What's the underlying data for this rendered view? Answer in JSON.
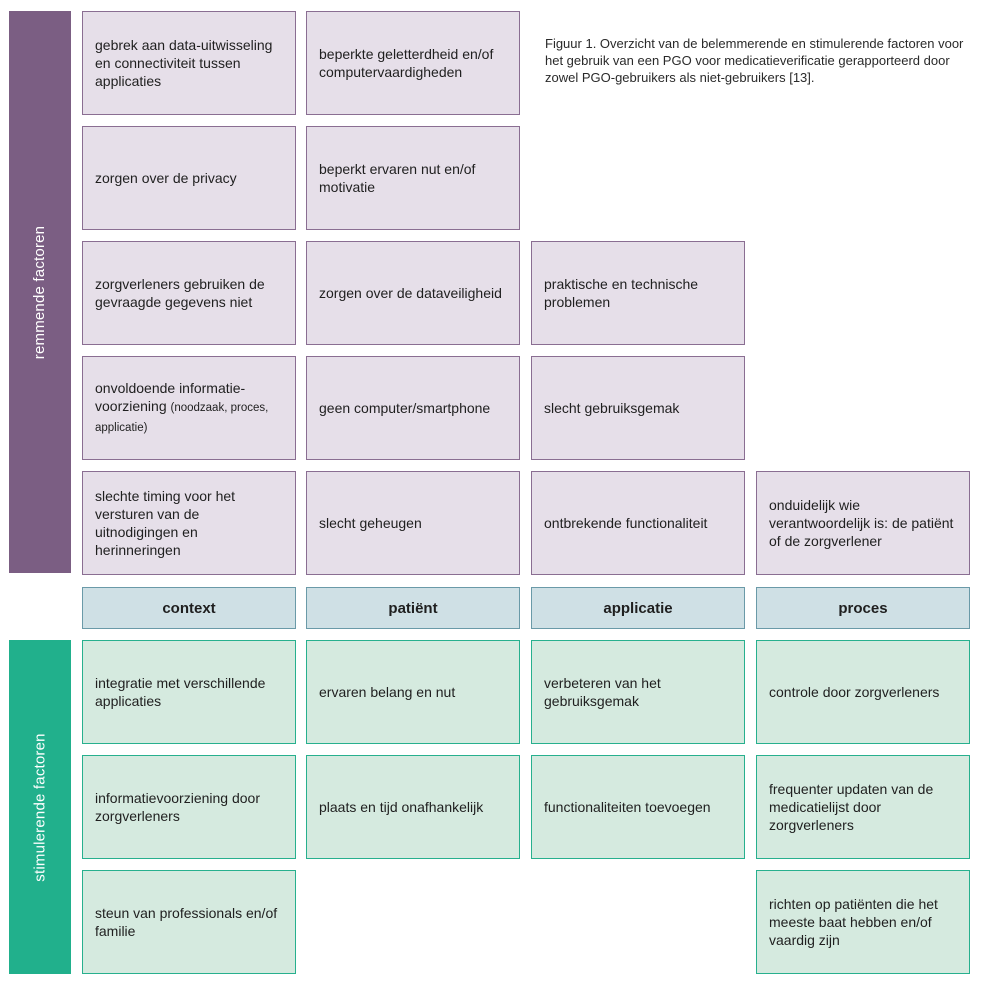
{
  "caption": "Figuur 1. Overzicht van de belemmerende en stimulerende factoren voor het gebruik van een PGO voor medicatieverificatie gerapporteerd door zowel PGO-gebruikers als niet-gebruikers [13].",
  "sidebar": {
    "remmend": "remmende factoren",
    "stimulerend": "stimulerende factoren"
  },
  "categories": {
    "context": "context",
    "patient": "patiënt",
    "applicatie": "applicatie",
    "proces": "proces"
  },
  "remmend": {
    "context": [
      "gebrek aan data-uitwisseling en connectiviteit tussen applicaties",
      "zorgen over de privacy",
      "zorgverleners gebruiken de gevraagde gegevens niet",
      {
        "main": "onvoldoende informatie-voorziening ",
        "note": "(noodzaak, proces, applicatie)"
      },
      "slechte timing voor het versturen van de uitnodigingen en herinneringen"
    ],
    "patient": [
      "beperkte geletterdheid en/of computervaardigheden",
      "beperkt ervaren nut en/of motivatie",
      "zorgen over de dataveiligheid",
      "geen computer/smartphone",
      "slecht geheugen"
    ],
    "applicatie": [
      "praktische en technische problemen",
      "slecht gebruiksgemak",
      "ontbrekende functionaliteit"
    ],
    "proces": [
      "onduidelijk wie verantwoordelijk is: de patiënt of de zorgverlener"
    ]
  },
  "stimulerend": {
    "context": [
      "integratie met verschillende applicaties",
      "informatievoorziening door zorgverleners",
      "steun van professionals en/of familie"
    ],
    "patient": [
      "ervaren belang en nut",
      "plaats en tijd onafhankelijk"
    ],
    "applicatie": [
      "verbeteren van het gebruiksgemak",
      "functionaliteiten toevoegen"
    ],
    "proces": [
      "controle door zorgverleners",
      "frequenter updaten van de medicatielijst door zorgverleners",
      "richten op patiënten die het meeste baat hebben en/of vaardig zijn"
    ]
  },
  "colors": {
    "remmend_bar": "#7b5e83",
    "remmend_box": "#e6dfe9",
    "stimulerend_bar": "#21b08c",
    "stimulerend_box": "#d5eadf",
    "header": "#cfe0e5"
  }
}
